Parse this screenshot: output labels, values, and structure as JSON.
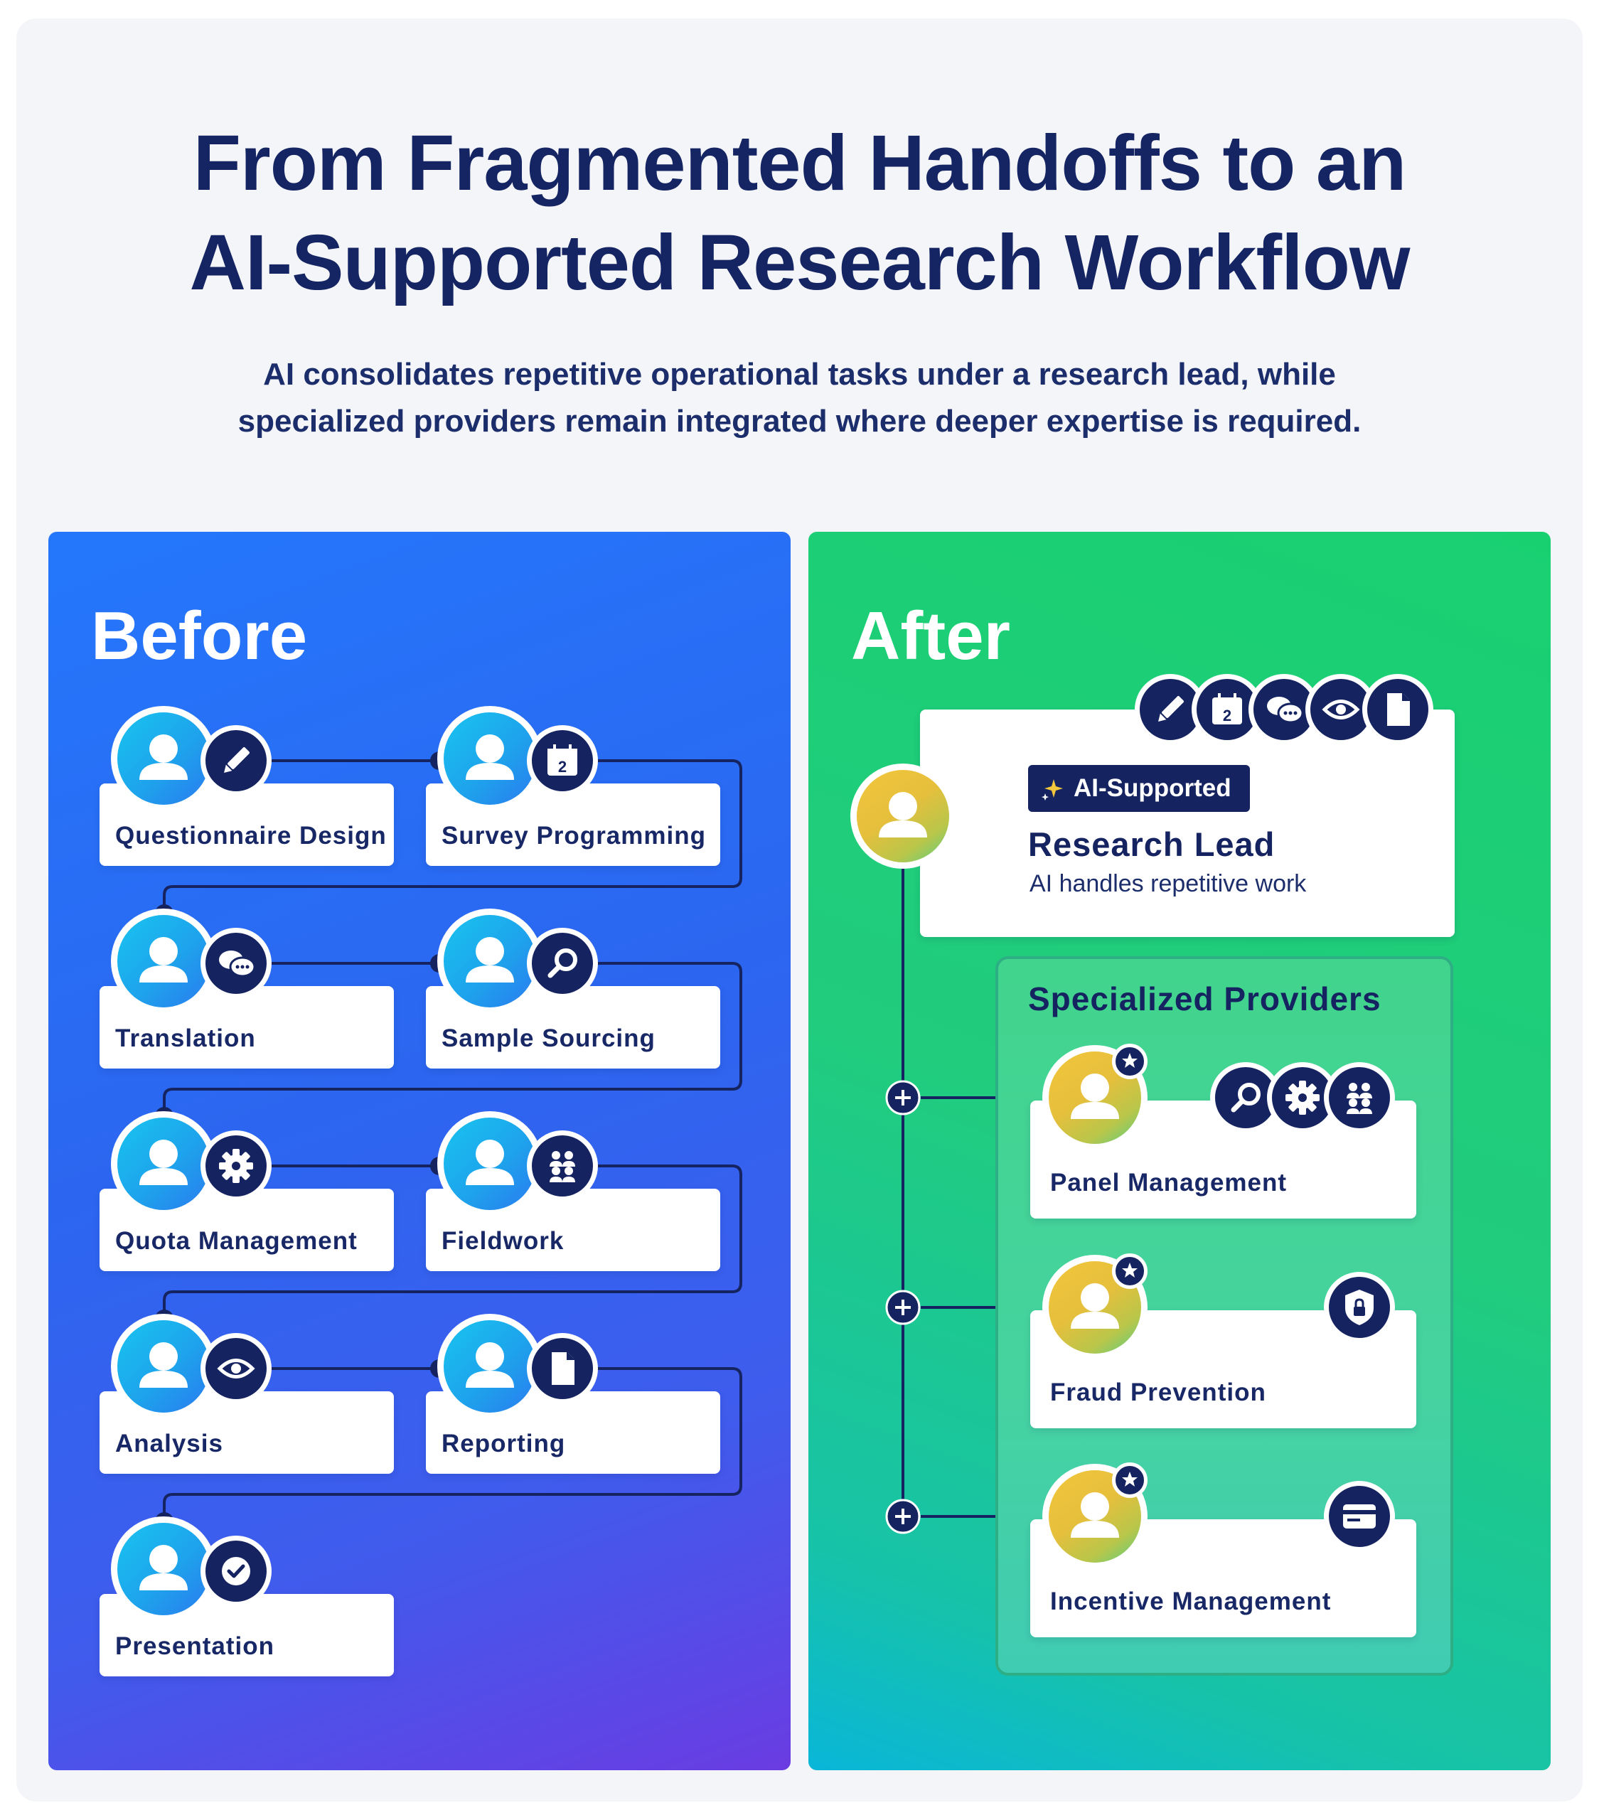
{
  "header": {
    "title_line1": "From Fragmented Handoffs to an",
    "title_line2": "AI-Supported Research Workflow",
    "subtitle_line1": "AI consolidates repetitive operational tasks under a research lead, while",
    "subtitle_line2": "specialized providers remain integrated where deeper expertise is required."
  },
  "before": {
    "heading": "Before",
    "steps": [
      {
        "label": "Questionnaire Design",
        "icon": "pencil-icon"
      },
      {
        "label": "Survey Programming",
        "icon": "calendar-icon",
        "icon_text": "2"
      },
      {
        "label": "Translation",
        "icon": "chat-bubbles-icon"
      },
      {
        "label": "Sample Sourcing",
        "icon": "magnifier-icon"
      },
      {
        "label": "Quota Management",
        "icon": "gear-icon"
      },
      {
        "label": "Fieldwork",
        "icon": "people-icon"
      },
      {
        "label": "Analysis",
        "icon": "eye-icon"
      },
      {
        "label": "Reporting",
        "icon": "document-icon"
      },
      {
        "label": "Presentation",
        "icon": "checkmark-icon"
      }
    ]
  },
  "after": {
    "heading": "After",
    "lead": {
      "badge": "AI-Supported",
      "title": "Research Lead",
      "subtitle": "AI handles repetitive work",
      "icons": [
        "pencil-icon",
        "calendar-icon",
        "chat-bubbles-icon",
        "eye-icon",
        "document-icon"
      ],
      "calendar_text": "2"
    },
    "providers": {
      "title": "Specialized Providers",
      "items": [
        {
          "label": "Panel Management",
          "icons": [
            "magnifier-icon",
            "gear-icon",
            "people-icon"
          ]
        },
        {
          "label": "Fraud Prevention",
          "icons": [
            "shield-lock-icon"
          ]
        },
        {
          "label": "Incentive Management",
          "icons": [
            "card-icon"
          ]
        }
      ]
    }
  },
  "colors": {
    "navy": "#152461",
    "before_top": "#2477fb",
    "before_bottom": "#6a3ce2",
    "after_top": "#19d071",
    "after_bottom": "#09b6d8",
    "avatar_blue": "#1ea3ec",
    "avatar_gold": "#f2c63c"
  }
}
